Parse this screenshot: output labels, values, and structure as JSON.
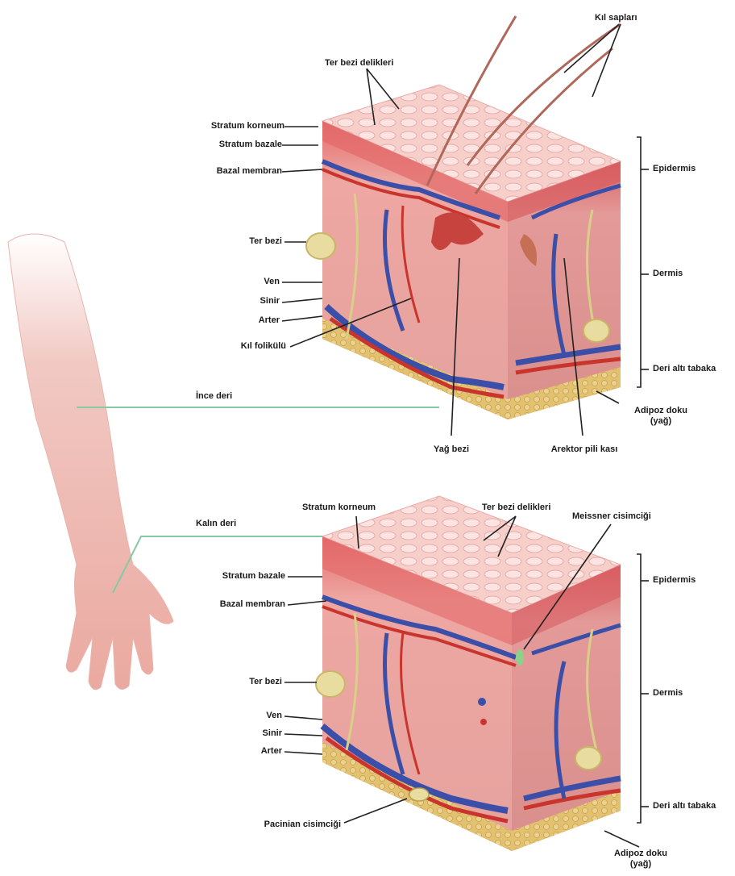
{
  "top_block": {
    "labels": {
      "hair_shafts": "Kıl sapları",
      "sweat_pores": "Ter bezi delikleri",
      "stratum_corneum": "Stratum korneum",
      "stratum_basale": "Stratum bazale",
      "basal_membrane": "Bazal membran",
      "sweat_gland": "Ter bezi",
      "vein": "Ven",
      "nerve": "Sinir",
      "artery": "Arter",
      "hair_follicle": "Kıl folikülü",
      "hairy_skin": "İnce deri",
      "sebaceous_gland": "Yağ bezi",
      "arrector_pili": "Arektor pili kası",
      "adipose_tissue": "Adipoz doku\n(yağ)",
      "epidermis": "Epidermis",
      "dermis": "Dermis",
      "subcutaneous": "Deri altı tabaka"
    }
  },
  "bottom_block": {
    "labels": {
      "stratum_corneum": "Stratum korneum",
      "sweat_pores": "Ter bezi delikleri",
      "meissner": "Meissner cisimciği",
      "thick_skin": "Kalın deri",
      "stratum_basale": "Stratum bazale",
      "basal_membrane": "Bazal membran",
      "sweat_gland": "Ter bezi",
      "vein": "Ven",
      "nerve": "Sinir",
      "artery": "Arter",
      "pacinian": "Pacinian cisimciği",
      "epidermis": "Epidermis",
      "dermis": "Dermis",
      "subcutaneous": "Deri altı tabaka",
      "adipose_tissue": "Adipoz doku\n(yağ)"
    }
  },
  "colors": {
    "epidermis_top": "#f3c4c0",
    "skin_front": "#e8a39e",
    "skin_side": "#dc8e8a",
    "vein": "#3b4fa8",
    "artery": "#c9352c",
    "nerve": "#d8d087",
    "fat": "#d8b45a",
    "leader": "#222222",
    "arm_leader": "#86c9a2"
  }
}
